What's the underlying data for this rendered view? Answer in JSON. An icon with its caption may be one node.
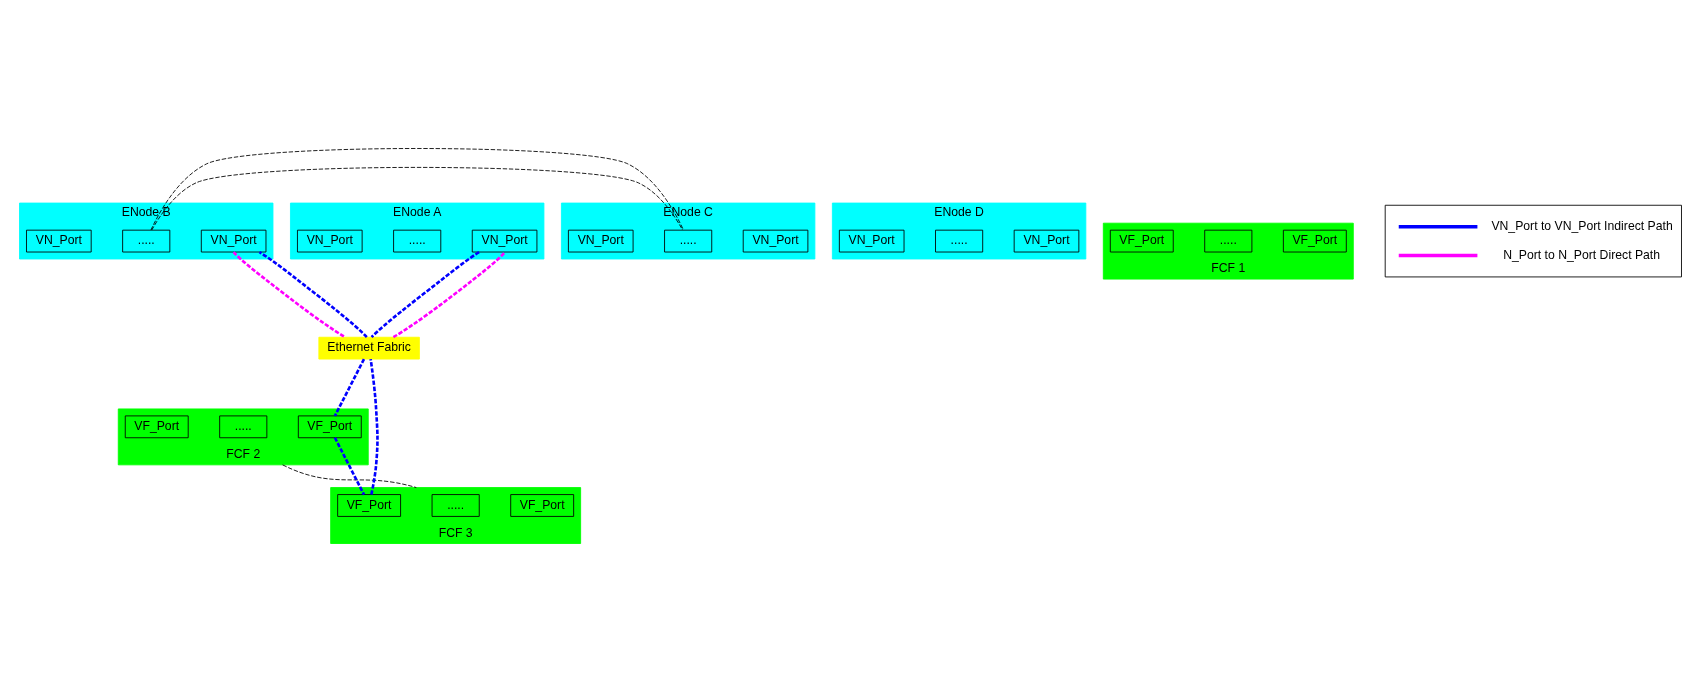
{
  "diagram": {
    "nodes": [
      {
        "text": [
          "ENode B"
        ]
      },
      {
        "text": [
          "VN_Port"
        ],
        "in": 0
      },
      {
        "text": [
          "....."
        ],
        "in": 0
      },
      {
        "text": [
          "VN_Port"
        ],
        "in": 0
      },
      {
        "text": [
          "ENode C"
        ]
      },
      {
        "text": [
          "VN_Port"
        ],
        "in": 4
      },
      {
        "text": [
          "....."
        ],
        "in": 4
      },
      {
        "text": [
          "VN_Port"
        ],
        "in": 4
      },
      {
        "text": [
          "ENode A"
        ]
      },
      {
        "text": [
          "VN_Port"
        ],
        "in": 8
      },
      {
        "text": [
          "....."
        ],
        "in": 8
      },
      {
        "text": [
          "VN_Port"
        ],
        "in": 8
      },
      {
        "text": [
          "Ethernet Fabric"
        ]
      },
      {
        "text": [
          "ENode D"
        ]
      },
      {
        "text": [
          "VN_Port"
        ],
        "in": 13
      },
      {
        "text": [
          "....."
        ],
        "in": 13
      },
      {
        "text": [
          "VN_Port"
        ],
        "in": 13
      },
      {
        "text": [
          "FCF 1"
        ]
      },
      {
        "text": [
          "VF_Port"
        ],
        "in": 17
      },
      {
        "text": [
          "....."
        ],
        "in": 17
      },
      {
        "text": [
          "VF_Port"
        ],
        "in": 17
      },
      {
        "text": [
          "FCF 2"
        ]
      },
      {
        "text": [
          "VF_Port"
        ],
        "in": 21
      },
      {
        "text": [
          "....."
        ],
        "in": 21
      },
      {
        "text": [
          "VF_Port"
        ],
        "in": 21
      },
      {
        "text": [
          "FCF 3"
        ]
      },
      {
        "text": [
          "VF_Port"
        ],
        "in": 25
      },
      {
        "text": [
          "....."
        ],
        "in": 25
      },
      {
        "text": [
          "VF_Port"
        ],
        "in": 25
      }
    ],
    "edges": [
      {
        "from": 0,
        "to": 4,
        "arrow": "none",
        "style": "dashed",
        "color": "#000000"
      },
      {
        "from": 3,
        "to": 12,
        "arrow": "none",
        "style": "dashed",
        "color": "#ff00ff"
      },
      {
        "from": 12,
        "to": 11,
        "arrow": "none",
        "style": "dashed",
        "color": "#ff00ff"
      },
      {
        "from": 11,
        "to": 12,
        "arrow": "none",
        "style": "dashed",
        "color": "#0000ff"
      },
      {
        "from": 12,
        "to": 24,
        "arrow": "none",
        "style": "dashed",
        "color": "#0000ff"
      },
      {
        "from": 24,
        "to": 26,
        "arrow": "none",
        "style": "dashed",
        "color": "#0000ff"
      },
      {
        "from": 26,
        "to": 12,
        "arrow": "none",
        "style": "dashed",
        "color": "#0000ff"
      },
      {
        "from": 12,
        "to": 3,
        "arrow": "none",
        "style": "dashed",
        "color": "#0000ff"
      },
      {
        "from": 21,
        "to": 25,
        "arrow": "none",
        "style": "dashed",
        "color": "#000000"
      }
    ],
    "legend": [
      {
        "text": "VN_Port to VN_Port Indirect Path"
      },
      {
        "text": "N_Port to N_Port Direct Path"
      }
    ]
  }
}
